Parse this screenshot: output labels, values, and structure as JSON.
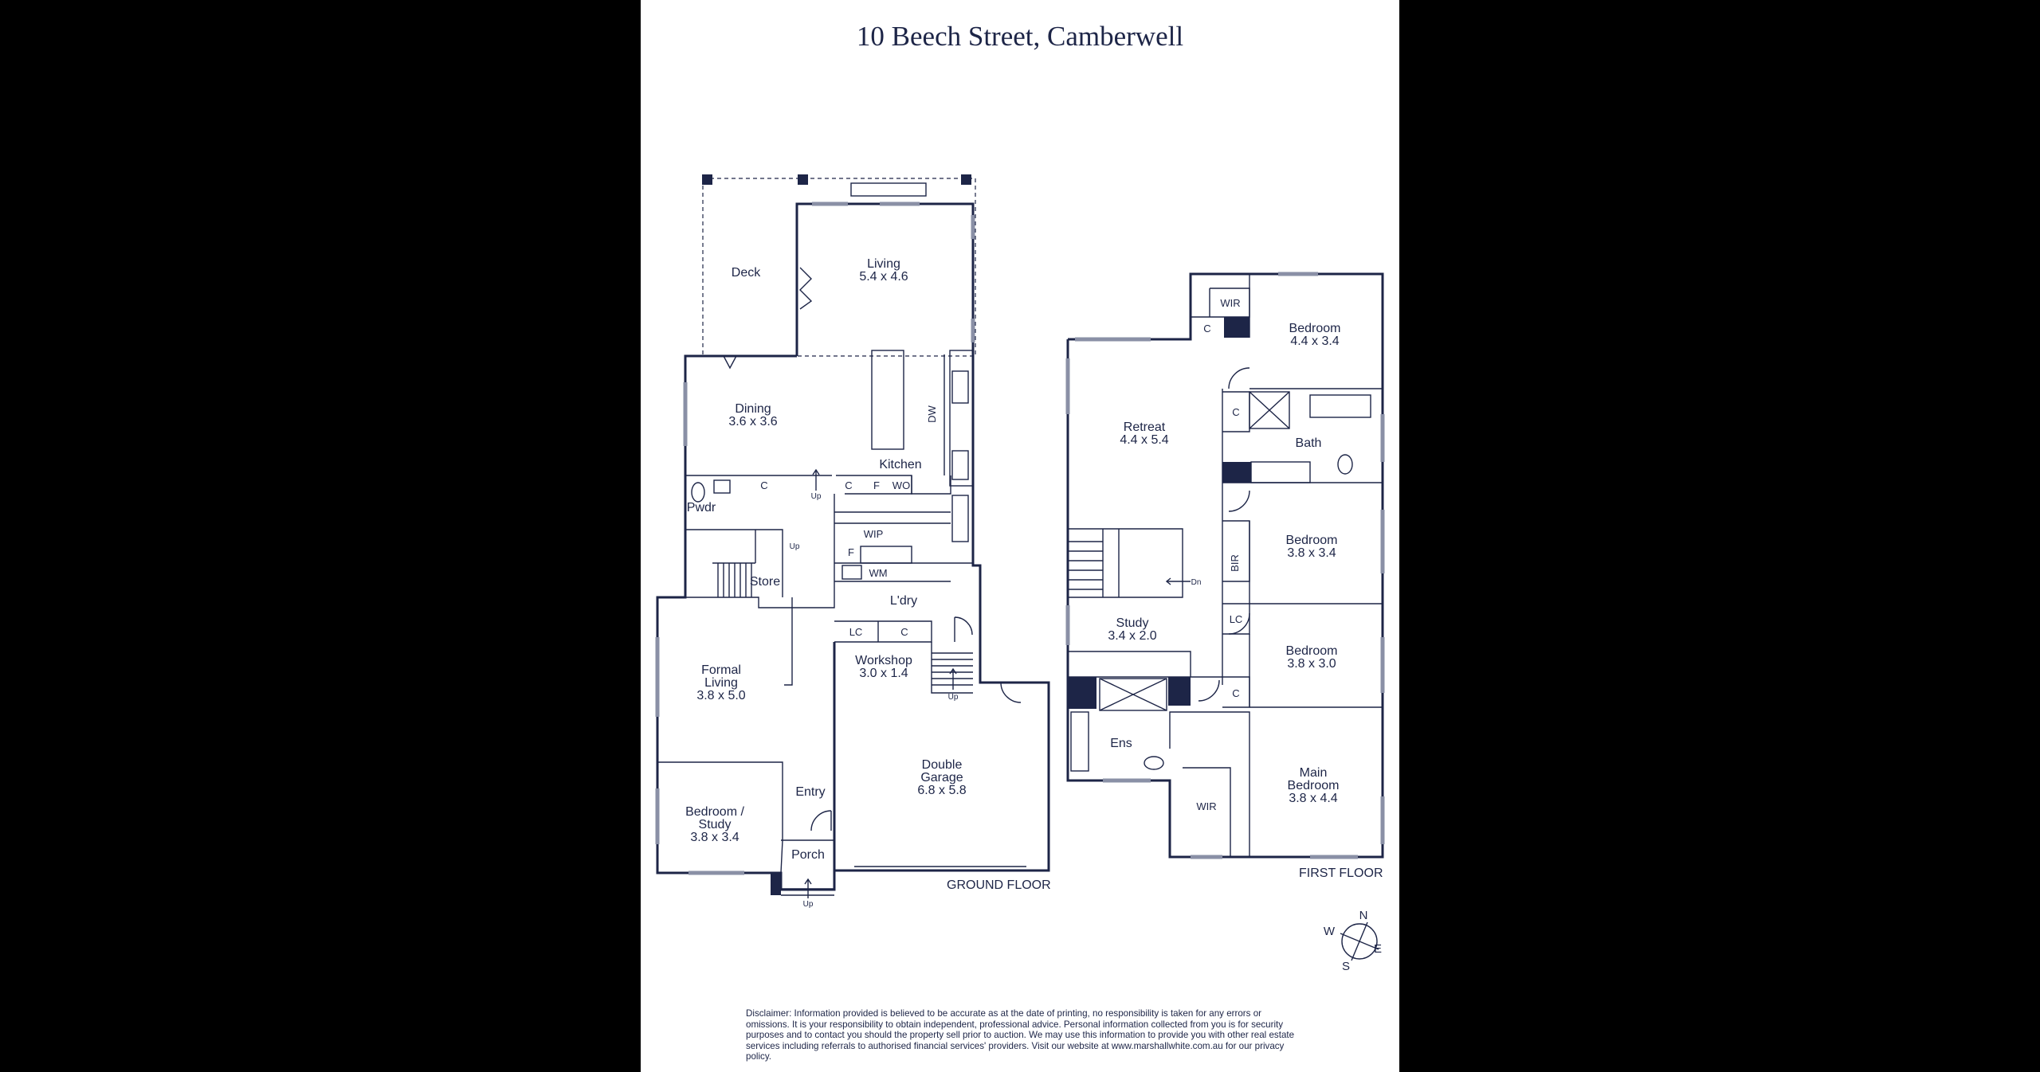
{
  "title": "10 Beech Street, Camberwell",
  "floors": {
    "ground": "GROUND FLOOR",
    "first": "FIRST FLOOR"
  },
  "ground_rooms": {
    "deck": "Deck",
    "living": "Living",
    "living_size": "5.4 x 4.6",
    "dining": "Dining",
    "dining_size": "3.6 x 3.6",
    "kitchen": "Kitchen",
    "pwdr": "Pwdr",
    "store": "Store",
    "wip": "WIP",
    "ldry": "L'dry",
    "workshop": "Workshop",
    "workshop_size": "3.0 x 1.4",
    "formal_living_1": "Formal",
    "formal_living_2": "Living",
    "formal_living_size": "3.8 x 5.0",
    "bedroom_study_1": "Bedroom /",
    "bedroom_study_2": "Study",
    "bedroom_study_size": "3.8 x 3.4",
    "entry": "Entry",
    "porch": "Porch",
    "garage_1": "Double",
    "garage_2": "Garage",
    "garage_size": "6.8 x 5.8"
  },
  "ground_fixtures": {
    "c": "C",
    "f": "F",
    "wo": "WO",
    "dw": "DW",
    "wm": "WM",
    "lc": "LC",
    "up": "Up"
  },
  "first_rooms": {
    "bedroom1": "Bedroom",
    "bedroom1_size": "4.4 x 3.4",
    "wir": "WIR",
    "retreat": "Retreat",
    "retreat_size": "4.4 x 5.4",
    "bath": "Bath",
    "bedroom2": "Bedroom",
    "bedroom2_size": "3.8 x 3.4",
    "bir": "BIR",
    "bedroom3": "Bedroom",
    "bedroom3_size": "3.8 x 3.0",
    "study": "Study",
    "study_size": "3.4 x 2.0",
    "ens": "Ens",
    "main_bedroom_1": "Main",
    "main_bedroom_2": "Bedroom",
    "main_bedroom_size": "3.8 x 4.4",
    "wir2": "WIR"
  },
  "first_fixtures": {
    "c": "C",
    "lc": "LC",
    "dn": "Dn"
  },
  "compass": {
    "n": "N",
    "e": "E",
    "s": "S",
    "w": "W"
  },
  "disclaimer": "Disclaimer: Information provided is believed to be accurate as at the date of printing, no responsibility is taken for any errors or omissions. It is your responsibility to obtain independent, professional advice. Personal information collected from you is for security purposes and to contact you should the property sell prior to auction. We may use this information to provide you with other real estate services including referrals to authorised financial services' providers. Visit our website at www.marshallwhite.com.au for our privacy policy.",
  "colors": {
    "ink": "#1d2547",
    "window": "#8a90a6",
    "background": "#ffffff"
  }
}
